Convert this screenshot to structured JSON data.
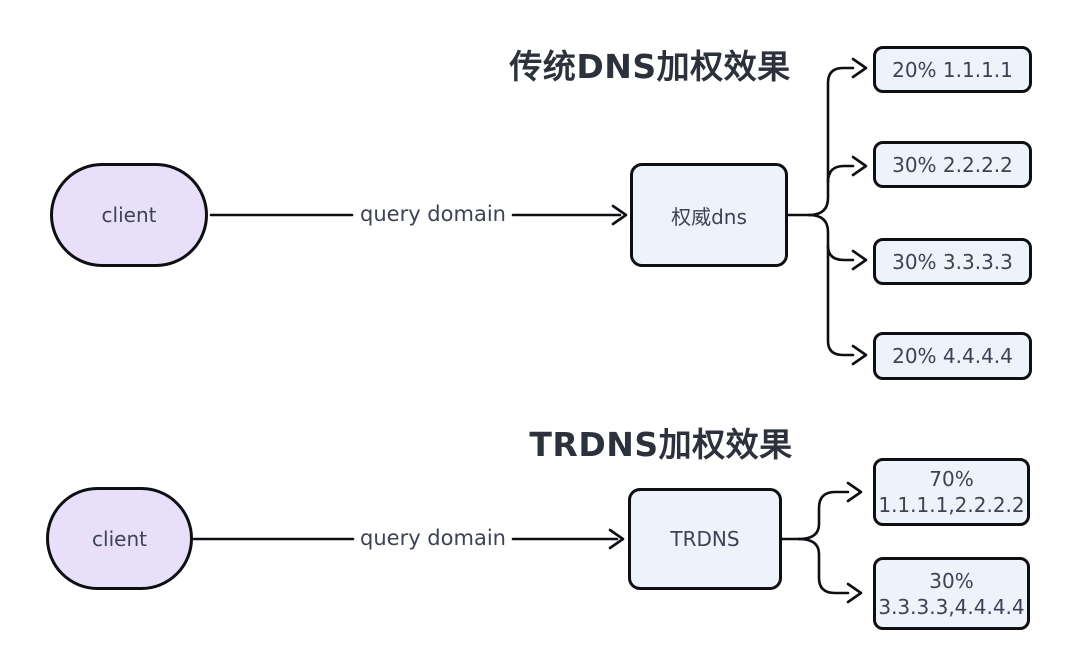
{
  "diagrams": [
    {
      "title": "传统DNS加权效果",
      "client_label": "client",
      "edge_label": "query domain",
      "server_label": "权威dns",
      "results": [
        {
          "label": "20% 1.1.1.1"
        },
        {
          "label": "30% 2.2.2.2"
        },
        {
          "label": "30% 3.3.3.3"
        },
        {
          "label": "20% 4.4.4.4"
        }
      ]
    },
    {
      "title": "TRDNS加权效果",
      "client_label": "client",
      "edge_label": "query domain",
      "server_label": "TRDNS",
      "results": [
        {
          "percent": "70%",
          "ips": "1.1.1.1,2.2.2.2"
        },
        {
          "percent": "30%",
          "ips": "3.3.3.3,4.4.4.4"
        }
      ]
    }
  ],
  "colors": {
    "client_fill": "#e8e0f8",
    "server_fill": "#edf2fb",
    "line": "#0d0f13",
    "text": "#3d4254",
    "title": "#2c313c"
  }
}
